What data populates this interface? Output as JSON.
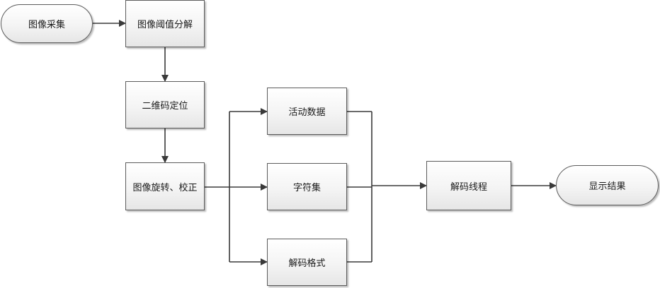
{
  "nodes": {
    "capture": "图像采集",
    "threshold": "图像阈值分解",
    "locate": "二维码定位",
    "rotate": "图像旋转、校正",
    "active_data": "活动数据",
    "charset": "字符集",
    "decode_format": "解码格式",
    "decode_thread": "解码线程",
    "display": "显示结果"
  },
  "colors": {
    "line": "#3a3a3a",
    "border": "#5c5c5c",
    "fill": "#f4f4f4"
  }
}
